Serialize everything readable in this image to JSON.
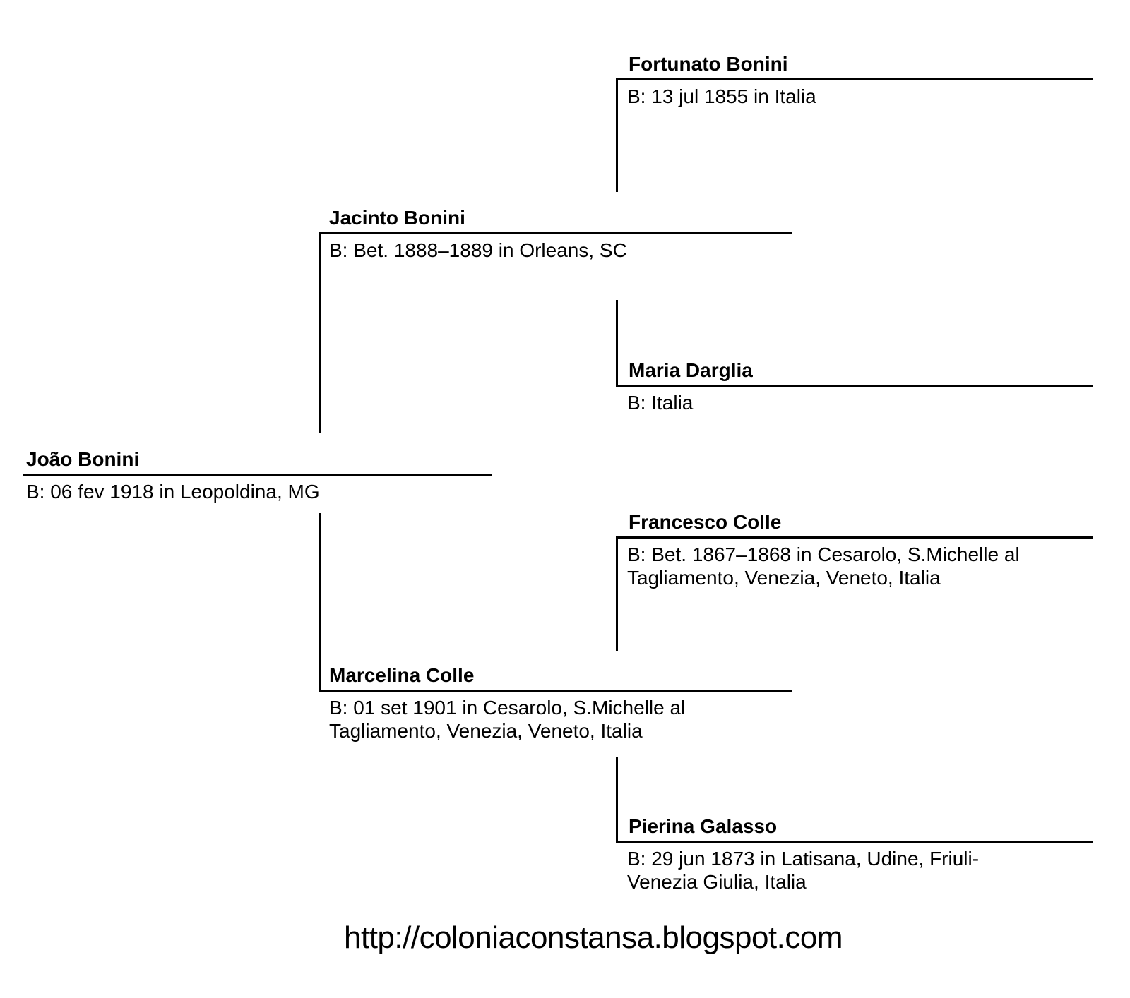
{
  "colors": {
    "ink": "#000000",
    "background": "#ffffff"
  },
  "people": {
    "joao": {
      "name": "João Bonini",
      "birth": "B: 06 fev 1918 in Leopoldina, MG"
    },
    "jacinto": {
      "name": "Jacinto Bonini",
      "birth": "B: Bet. 1888–1889 in Orleans, SC"
    },
    "marcelina": {
      "name": "Marcelina Colle",
      "birth": "B: 01 set 1901 in Cesarolo, S.Michelle al\nTagliamento, Venezia, Veneto, Italia"
    },
    "fortunato": {
      "name": "Fortunato Bonini",
      "birth": "B: 13 jul 1855 in Italia"
    },
    "maria": {
      "name": "Maria Darglia",
      "birth": "B: Italia"
    },
    "francesco": {
      "name": "Francesco Colle",
      "birth": "B: Bet. 1867–1868 in Cesarolo, S.Michelle al\nTagliamento, Venezia, Veneto, Italia"
    },
    "pierina": {
      "name": "Pierina Galasso",
      "birth": "B: 29 jun 1873 in Latisana, Udine, Friuli-\nVenezia Giulia, Italia"
    }
  },
  "footer": {
    "url": "http://coloniaconstansa.blogspot.com"
  }
}
